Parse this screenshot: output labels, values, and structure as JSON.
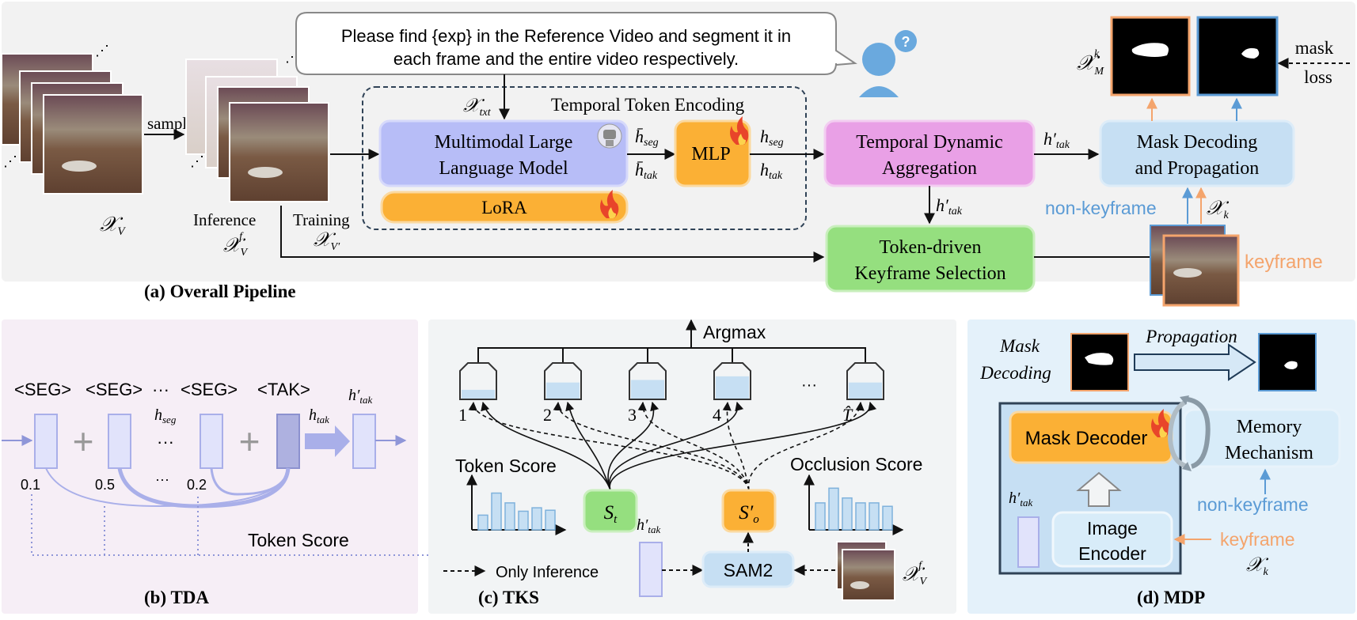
{
  "panel_a": {
    "title": "(a) Overall Pipeline",
    "query_text_line1": "Please find {exp} in the Reference Video and segment it in",
    "query_text_line2": "each frame and the entire video respectively.",
    "x_v": "𝒳",
    "x_v_sub": "V",
    "sample_label": "sample",
    "inference_label": "Inference",
    "training_label": "Training",
    "x_txt_sub": "txt",
    "temporal_token_encoding": "Temporal Token Encoding",
    "mllm_line1": "Multimodal Large",
    "mllm_line2": "Language Model",
    "lora": "LoRA",
    "mlp": "MLP",
    "h_seg_bar": "h̄",
    "seg_sub": "seg",
    "tak_sub": "tak",
    "h_sym": "h",
    "tda_line1": "Temporal Dynamic",
    "tda_line2": "Aggregation",
    "tks_line1": "Token-driven",
    "tks_line2": "Keyframe Selection",
    "mdp_line1": "Mask Decoding",
    "mdp_line2": "and Propagation",
    "non_keyframe": "non-keyframe",
    "keyframe": "keyframe",
    "mask_loss_line1": "mask",
    "mask_loss_line2": "loss",
    "x_m_sub": "M",
    "x_m_sup": "k",
    "x_k_sub": "k"
  },
  "panel_b": {
    "title": "(b) TDA",
    "seg_token": "<SEG>",
    "tak_token": "<TAK>",
    "ellipsis": "···",
    "scores": [
      "0.1",
      "0.5",
      "0.2"
    ],
    "token_score": "Token Score"
  },
  "panel_c": {
    "title": "(c) TKS",
    "argmax": "Argmax",
    "bucket_labels": [
      "1",
      "2",
      "3",
      "4",
      "T̂"
    ],
    "bucket_fill": [
      0.35,
      0.55,
      0.62,
      0.72,
      0.55
    ],
    "ellipsis": "···",
    "token_score": "Token Score",
    "occlusion_score": "Occlusion Score",
    "token_score_bars": [
      0.3,
      0.75,
      0.55,
      0.38,
      0.45,
      0.4
    ],
    "occlusion_score_bars": [
      0.55,
      0.85,
      0.65,
      0.55,
      0.55,
      0.48
    ],
    "s_t": "S",
    "s_t_sub": "t",
    "s_o_sub": "o",
    "sam2": "SAM2",
    "only_inference": "Only Inference"
  },
  "panel_d": {
    "title": "(d) MDP",
    "mask_decoding_line1": "Mask",
    "mask_decoding_line2": "Decoding",
    "propagation": "Propagation",
    "mask_decoder": "Mask Decoder",
    "memory_line1": "Memory",
    "memory_line2": "Mechanism",
    "image_encoder_line1": "Image",
    "image_encoder_line2": "Encoder",
    "non_keyframe": "non-keyframe",
    "keyframe": "keyframe"
  },
  "colors": {
    "mllm": "#b7bdf7",
    "lora": "#fbb035",
    "tda": "#e9a0e6",
    "tks": "#95df7f",
    "mdp": "#c6dff3",
    "blue_text": "#5b9bd5",
    "orange_text": "#f4a46c"
  }
}
